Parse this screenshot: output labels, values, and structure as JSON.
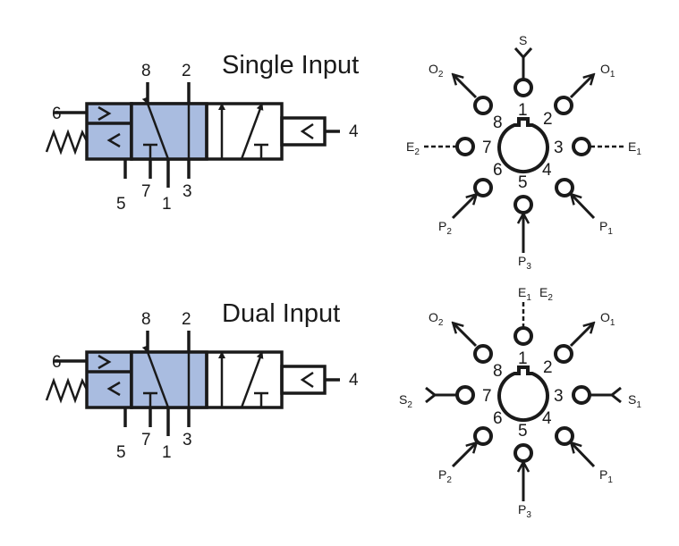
{
  "colors": {
    "ink": "#1a1a1a",
    "valve_fill": "#a9bce0"
  },
  "single": {
    "title": "Single Input",
    "valve": {
      "n6": "6",
      "n8": "8",
      "n2": "2",
      "n4": "4",
      "n5": "5",
      "n7": "7",
      "n1": "1",
      "n3": "3"
    },
    "ports": {
      "n1": "1",
      "n2": "2",
      "n3": "3",
      "n4": "4",
      "n5": "5",
      "n6": "6",
      "n7": "7",
      "n8": "8",
      "top": "S",
      "o2_main": "O",
      "o2_sub": "2",
      "o1_main": "O",
      "o1_sub": "1",
      "e2_main": "E",
      "e2_sub": "2",
      "e1_main": "E",
      "e1_sub": "1",
      "p2_main": "P",
      "p2_sub": "2",
      "p1_main": "P",
      "p1_sub": "1",
      "p3_main": "P",
      "p3_sub": "3"
    }
  },
  "dual": {
    "title": "Dual Input",
    "valve": {
      "n6": "6",
      "n8": "8",
      "n2": "2",
      "n4": "4",
      "n5": "5",
      "n7": "7",
      "n1": "1",
      "n3": "3"
    },
    "ports": {
      "n1": "1",
      "n2": "2",
      "n3": "3",
      "n4": "4",
      "n5": "5",
      "n6": "6",
      "n7": "7",
      "n8": "8",
      "e1_main": "E",
      "e1_sub": "1",
      "e2_main": "E",
      "e2_sub": "2",
      "o2_main": "O",
      "o2_sub": "2",
      "o1_main": "O",
      "o1_sub": "1",
      "s2_main": "S",
      "s2_sub": "2",
      "s1_main": "S",
      "s1_sub": "1",
      "p2_main": "P",
      "p2_sub": "2",
      "p1_main": "P",
      "p1_sub": "1",
      "p3_main": "P",
      "p3_sub": "3"
    }
  }
}
